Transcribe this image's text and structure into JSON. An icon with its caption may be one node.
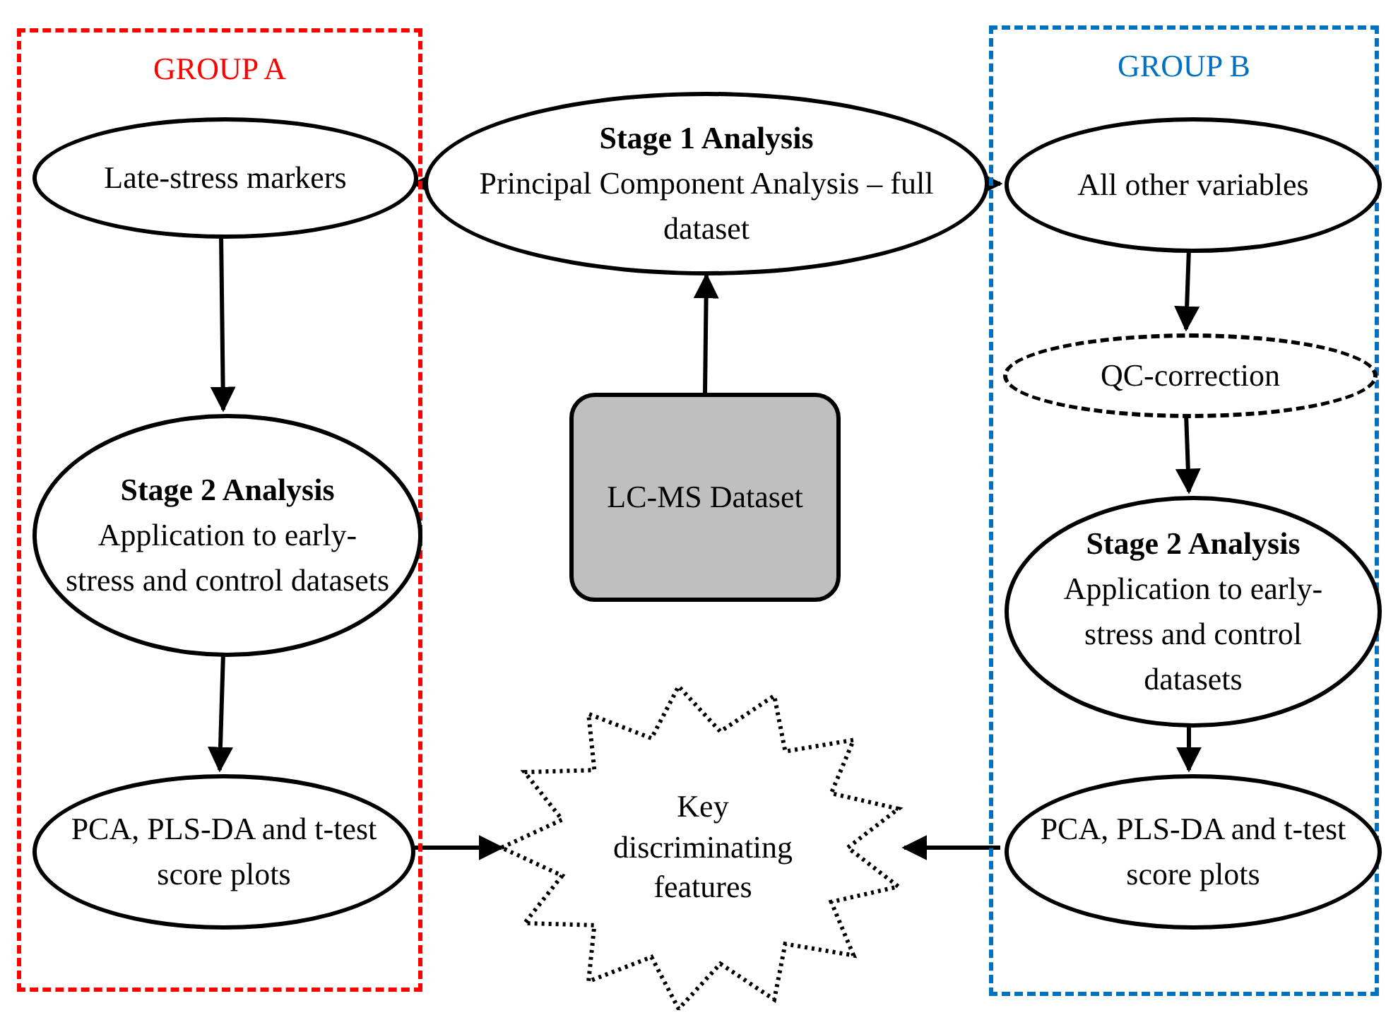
{
  "diagram": {
    "nodes": [
      {
        "text": [
          "GROUP A"
        ]
      },
      {
        "text": [
          "Late-stress markers"
        ],
        "in": 0
      },
      {
        "text": [
          "Stage 2 Analysis",
          "Application to early-stress and control datasets"
        ],
        "in": 0
      },
      {
        "text": [
          "PCA, PLS-DA and t-test score plots"
        ],
        "in": 0
      },
      {
        "text": [
          "Stage 1 Analysis",
          "Principal Component Analysis – full dataset"
        ]
      },
      {
        "text": [
          "LC-MS Dataset"
        ]
      },
      {
        "text": [
          "GROUP B"
        ]
      },
      {
        "text": [
          "All other variables"
        ],
        "in": 6
      },
      {
        "text": [
          "QC-correction"
        ],
        "in": 6
      },
      {
        "text": [
          "Stage 2 Analysis",
          "Application to early-stress and control datasets"
        ],
        "in": 6
      },
      {
        "text": [
          "PCA, PLS-DA and t-test score plots"
        ],
        "in": 6
      },
      {
        "text": [
          "Key discriminating features"
        ]
      }
    ],
    "edges": [
      {
        "from": 5,
        "to": 4,
        "arrow": "to"
      },
      {
        "from": 4,
        "to": 1,
        "arrow": "to"
      },
      {
        "from": 4,
        "to": 7,
        "arrow": "to"
      },
      {
        "from": 1,
        "to": 2,
        "arrow": "to"
      },
      {
        "from": 2,
        "to": 3,
        "arrow": "to"
      },
      {
        "from": 7,
        "to": 8,
        "arrow": "to"
      },
      {
        "from": 8,
        "to": 9,
        "arrow": "to"
      },
      {
        "from": 9,
        "to": 10,
        "arrow": "to"
      },
      {
        "from": 3,
        "to": 11,
        "arrow": "to"
      },
      {
        "from": 10,
        "to": 11,
        "arrow": "to"
      }
    ]
  }
}
